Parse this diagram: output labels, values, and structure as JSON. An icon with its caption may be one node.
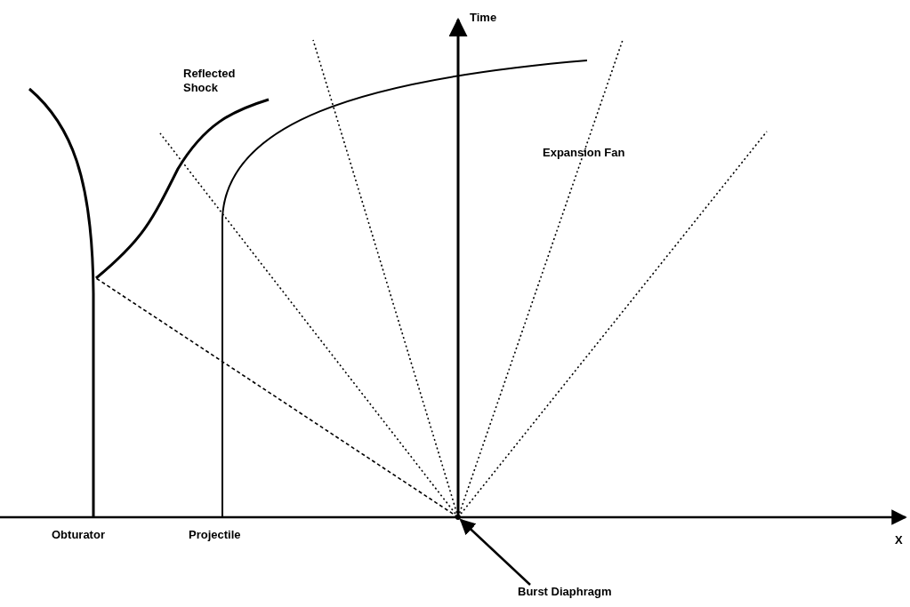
{
  "diagram": {
    "nodes": [
      {
        "text": [
          "Burst Diaphragm"
        ]
      },
      {
        "text": [],
        "shape": "circle"
      }
    ],
    "edges": [
      {
        "from": 0,
        "to": 1,
        "arrow": "to"
      }
    ],
    "labels": [
      "Time",
      "Reflected Shock",
      "Expansion Fan",
      "Obturator",
      "Projectile",
      "X"
    ]
  }
}
